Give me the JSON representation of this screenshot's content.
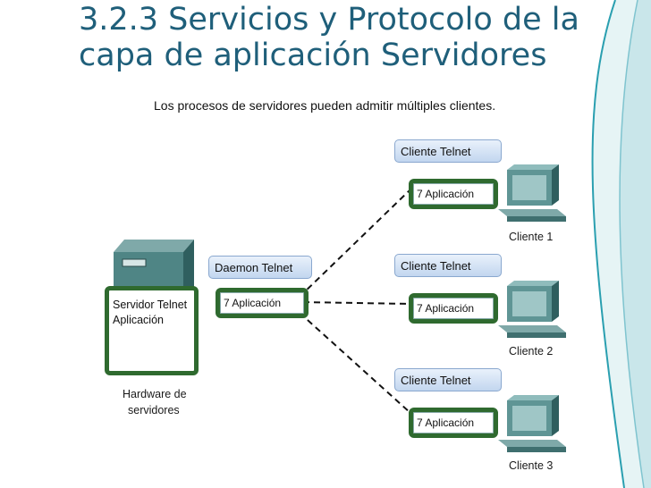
{
  "slide": {
    "title_line1": "3.2.3 Servicios y Protocolo de la",
    "title_line2": "capa de aplicación Servidores"
  },
  "diagram": {
    "caption": "Los procesos de servidores pueden admitir múltiples clientes.",
    "server": {
      "panel_line1": "Servidor Telnet",
      "panel_line2": "Aplicación",
      "hardware_line1": "Hardware de",
      "hardware_line2": "servidores",
      "daemon_label": "Daemon Telnet",
      "app_label": "7 Aplicación"
    },
    "clients": [
      {
        "tag": "Cliente Telnet",
        "app": "7 Aplicación",
        "name": "Cliente 1"
      },
      {
        "tag": "Cliente Telnet",
        "app": "7 Aplicación",
        "name": "Cliente 2"
      },
      {
        "tag": "Cliente Telnet",
        "app": "7 Aplicación",
        "name": "Cliente 3"
      }
    ]
  },
  "colors": {
    "title": "#1f5f7a",
    "box_border": "#2f6a2f",
    "tag_fill": "#c2d6ef",
    "accent": "#2a9fb0"
  }
}
